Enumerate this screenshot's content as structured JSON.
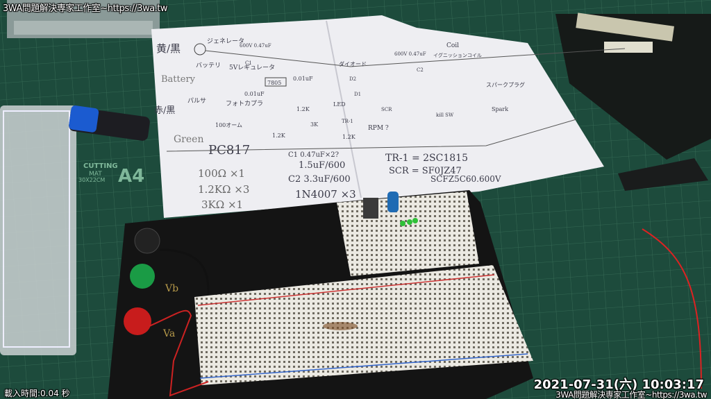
{
  "overlay": {
    "watermark_top": "3WA問題解決専家工作室~https://3wa.tw",
    "timestamp": "2021-07-31(六) 10:03:17",
    "watermark_bottom": "3WA問題解決専家工作室~https://3wa.tw",
    "load_time": "載入時間:0.04 秒"
  },
  "schematic": {
    "generator_label": "黄/黒",
    "generator_title": "ジェネレータ",
    "c1_rating": "600V 0.47uF",
    "c1": "C1",
    "battery_jp": "バッテリ",
    "battery": "Battery",
    "regulator": "5Vレギュレータ",
    "ic": "7805",
    "cap_a": "0.01uF",
    "cap_b": "0.01uF",
    "pulser": "パルサ",
    "pulser_label": "赤/黒",
    "photocoupler": "フォトカプラ",
    "r100": "100オーム",
    "green": "Green",
    "pc817": "PC817",
    "r1": "1.2K",
    "r2": "1.2K",
    "r3": "1.2K",
    "r3k": "3K",
    "led": "LED",
    "tr": "TR-1",
    "d1": "D1",
    "d2": "D2",
    "diode": "ダイオード",
    "scr": "SCR",
    "rpm": "RPM ?",
    "c2_rating": "600V 0.47uF",
    "c2": "C2",
    "coil": "Coil",
    "ignition_coil": "イグニッションコイル",
    "kill_sw": "kill SW",
    "spark_plug": "スパークプラグ",
    "spark": "Spark",
    "parts": [
      "100Ω ×1",
      "1.2KΩ ×3",
      "3KΩ ×1"
    ],
    "caps": [
      "C1 0.47uF×2?",
      "1.5uF/600",
      "C2 3.3uF/600",
      "1N4007 ×3"
    ],
    "tr_part": "TR-1 = 2SC1815",
    "scr_part": "SCR = SF0JZ47",
    "scr_part2": "SCFZ5C60.600V"
  },
  "mat": {
    "label1": "CUTTING",
    "label2": "MAT",
    "label3": "30X22CM",
    "size": "A4"
  },
  "board": {
    "terminal_label": "Vb",
    "terminal_label2": "Va"
  },
  "colors": {
    "mat": "#1c4a3a",
    "paper": "#f2f2f4",
    "board": "#151515",
    "breadboard": "#ecebe6"
  }
}
